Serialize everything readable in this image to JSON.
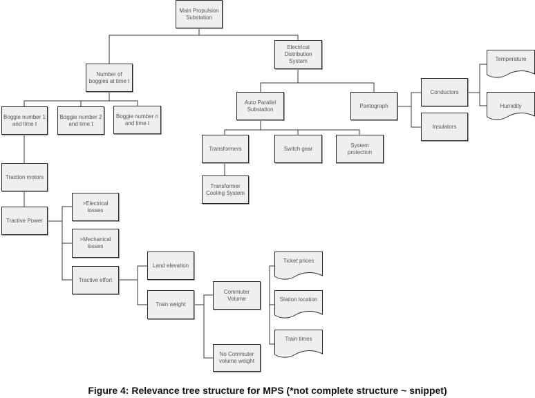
{
  "nodes": {
    "main": "Main Propulsion Substation",
    "boggies": "Number of boggies at time t",
    "boggie1": "Boggie number 1 and time t",
    "boggie2": "Boggie number 2 and time t",
    "boggien": "Boggie number n and time t",
    "traction_motors": "Traction motors",
    "tractive_power": "Tractive Power",
    "electrical_losses": ">Electrical losses",
    "mechanical_losses": ">Mechanical losses",
    "tractive_effort": "Tractive effort",
    "land_elevation": "Land elevation",
    "train_weight": "Train weight",
    "commuter_volume": "Commuter Volume",
    "no_commuter": "No Commuter volume weight",
    "ticket_prices": "Ticket prices",
    "station_location": "Station location",
    "train_times": "Train times",
    "eds": "Electrical Distribution System",
    "aps": "Auto Parallel Substation",
    "pantograph": "Pantograph",
    "transformers": "Transformers",
    "switch_gear": "Switch gear",
    "system_protection": "System protection",
    "transformer_cooling": "Transformer Cooling System",
    "conductors": "Conductors",
    "insulators": "Insulators",
    "temperature": "Temperature",
    "humidity": "Humidity"
  },
  "caption": "Figure 4: Relevance tree structure for MPS (*not complete structure ~ snippet)"
}
